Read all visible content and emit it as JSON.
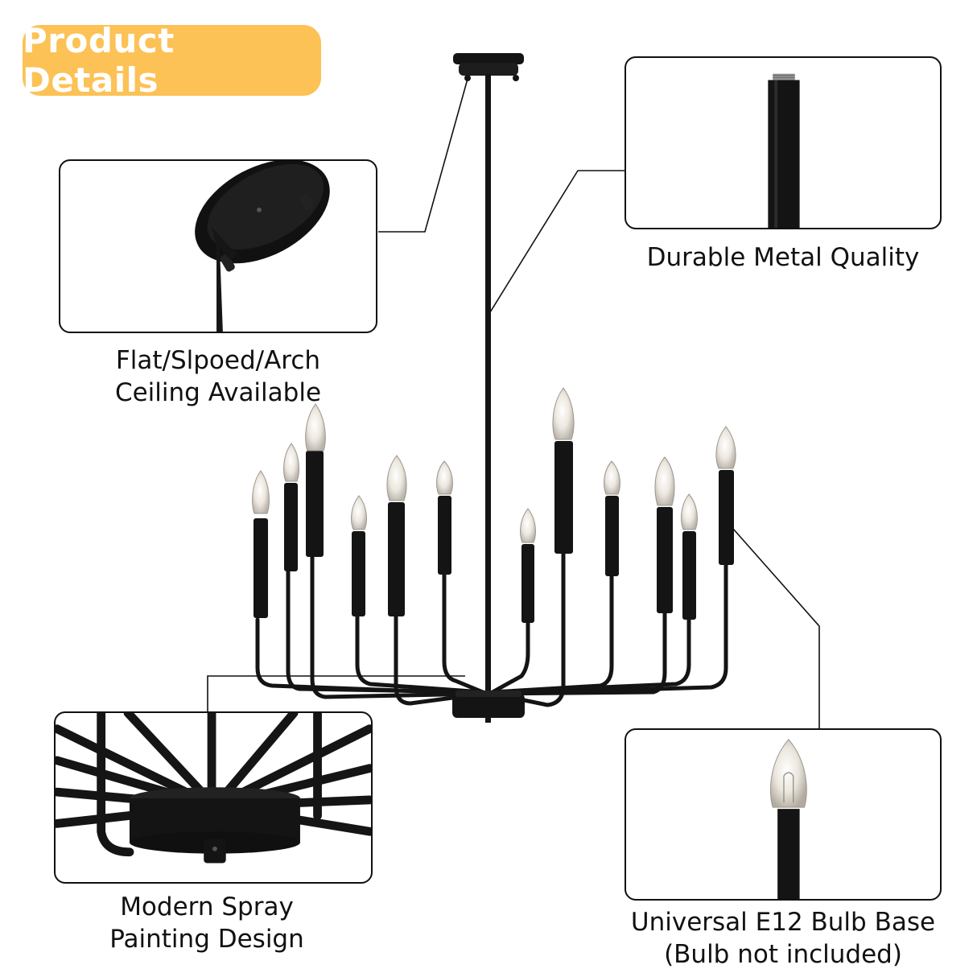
{
  "header": {
    "badge_label": "Product Details"
  },
  "callouts": {
    "canopy": {
      "line1": "Flat/Slpoed/Arch",
      "line2": "Ceiling Available"
    },
    "rod": {
      "line1": "Durable Metal Quality"
    },
    "center": {
      "line1": "Modern Spray",
      "line2": "Painting Design"
    },
    "bulb": {
      "line1": "Universal E12 Bulb Base",
      "line2": "(Bulb not included)"
    }
  },
  "colors": {
    "badge": "#fcc256",
    "metal": "#141414",
    "bulb_glass": "#e9e4dc"
  }
}
